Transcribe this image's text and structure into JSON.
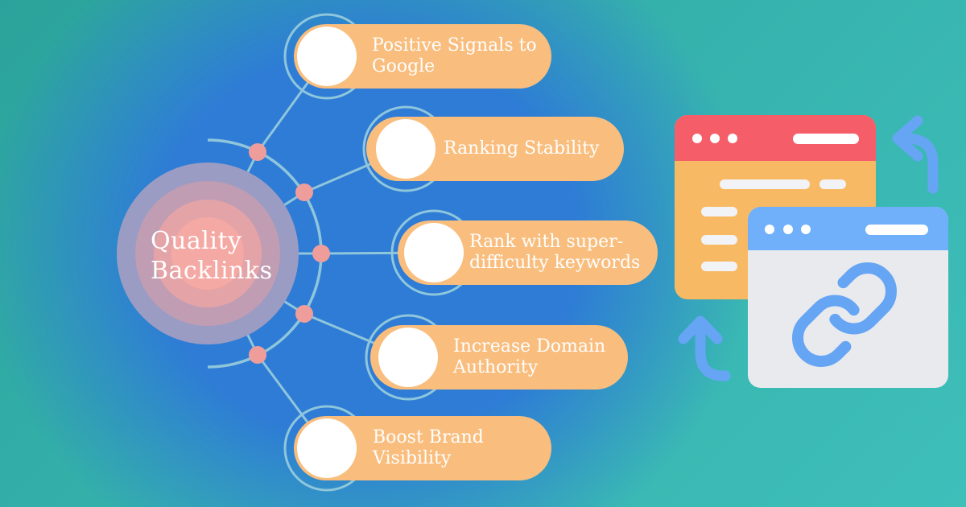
{
  "center_node": {
    "line1": "Quality",
    "line2": "Backlinks",
    "label": "Quality Backlinks"
  },
  "branches": [
    {
      "label": "Positive Signals to Google",
      "lines": [
        "Positive Signals to",
        "Google"
      ]
    },
    {
      "label": "Ranking Stability",
      "lines": [
        "Ranking Stability"
      ]
    },
    {
      "label": "Rank with super-difficulty keywords",
      "lines": [
        "Rank with super-",
        "difficulty keywords"
      ]
    },
    {
      "label": "Increase Domain Authority",
      "lines": [
        "Increase Domain",
        "Authority"
      ]
    },
    {
      "label": "Boost Brand Visibility",
      "lines": [
        "Boost Brand",
        "Visibility"
      ]
    }
  ],
  "illustration": {
    "back_window": {
      "type": "browser-window",
      "header_color": "#F55E69",
      "body_color": "#F8B964",
      "traffic_dots": 3,
      "content_bars": 5
    },
    "front_window": {
      "type": "browser-window",
      "header_color": "#70AFFA",
      "body_color": "#E9EAED",
      "traffic_dots": 3,
      "icon": "link-icon"
    },
    "arrows": [
      "curved-arrow-left-icon",
      "curved-arrow-up-icon"
    ]
  },
  "colors": {
    "background_blue": "#2E7CD6",
    "background_teal": "#35B1AC",
    "pill_orange": "#F9BE7E",
    "text_white": "#FFFFFF",
    "connector_blue": "#8FC6DC",
    "node_dot_pink": "#EE9D9B",
    "blob_rings": [
      "#9B9CC3",
      "#C09DB3",
      "#E4A3A7",
      "#F4A9A4"
    ],
    "arrow_link_blue": "#66A5F4"
  }
}
